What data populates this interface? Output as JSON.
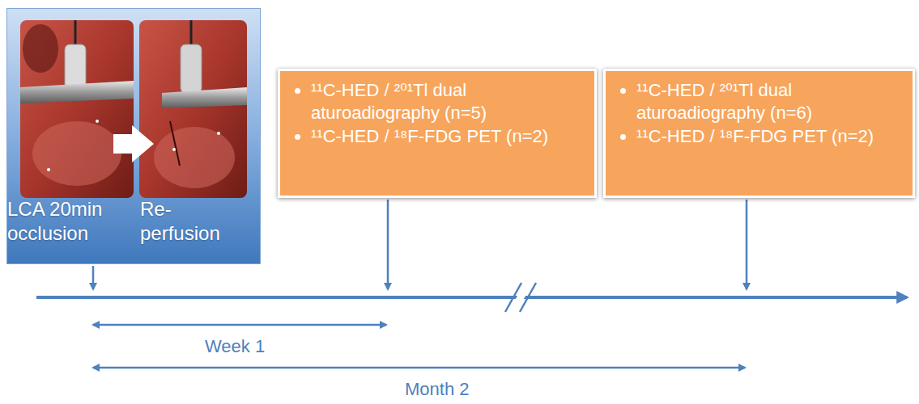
{
  "diagram": {
    "nodes": [
      {
        "text": [
          "LCA 20min occlusion",
          "Re- perfusion"
        ]
      },
      {
        "text": [
          "¹¹C-HED / ²⁰¹Tl dual aturoadiography (n=5)",
          "¹¹C-HED / ¹⁸F-FDG PET (n=2)"
        ]
      },
      {
        "text": [
          "¹¹C-HED / ²⁰¹Tl dual aturoadiography (n=6)",
          "¹¹C-HED / ¹⁸F-FDG PET (n=2)"
        ]
      }
    ],
    "labels": [
      "Week 1",
      "Month 2"
    ]
  }
}
